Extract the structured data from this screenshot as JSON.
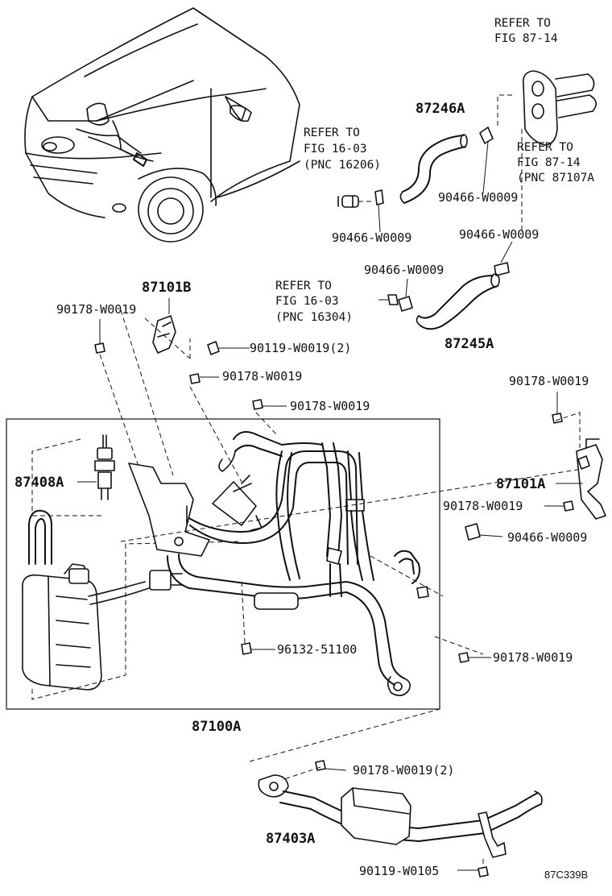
{
  "labels": {
    "p87246A": "87246A",
    "p87245A": "87245A",
    "p87101B": "87101B",
    "p87101A": "87101A",
    "p87408A": "87408A",
    "p87100A": "87100A",
    "p87403A": "87403A",
    "clip_top_left": "90466-W0009",
    "clip_top_right": "90466-W0009",
    "clip_mid_right": "90466-W0009",
    "clip_mid_left": "90466-W0009",
    "clip_side": "90466-W0009",
    "nut_left": "90178-W0019",
    "nut_mid1": "90178-W0019",
    "nut_mid2": "90178-W0019",
    "nut_right_top": "90178-W0019",
    "nut_right_mid": "90178-W0019",
    "nut_right_low": "90178-W0019",
    "nut_bottom": "90178-W0019(2)",
    "bolt_top": "90119-W0019(2)",
    "bolt_bottom": "90119-W0105",
    "clamp": "96132-51100",
    "diagram_code": "87C339B"
  },
  "refs": {
    "ref1": {
      "l1": "REFER TO",
      "l2": "FIG 87-14"
    },
    "ref2": {
      "l1": "REFER TO",
      "l2": "FIG 87-14",
      "l3": "(PNC 87107A"
    },
    "ref3": {
      "l1": "REFER TO",
      "l2": "FIG 16-03",
      "l3": "(PNC 16206)"
    },
    "ref4": {
      "l1": "REFER TO",
      "l2": "FIG 16-03",
      "l3": "(PNC 16304)"
    }
  }
}
